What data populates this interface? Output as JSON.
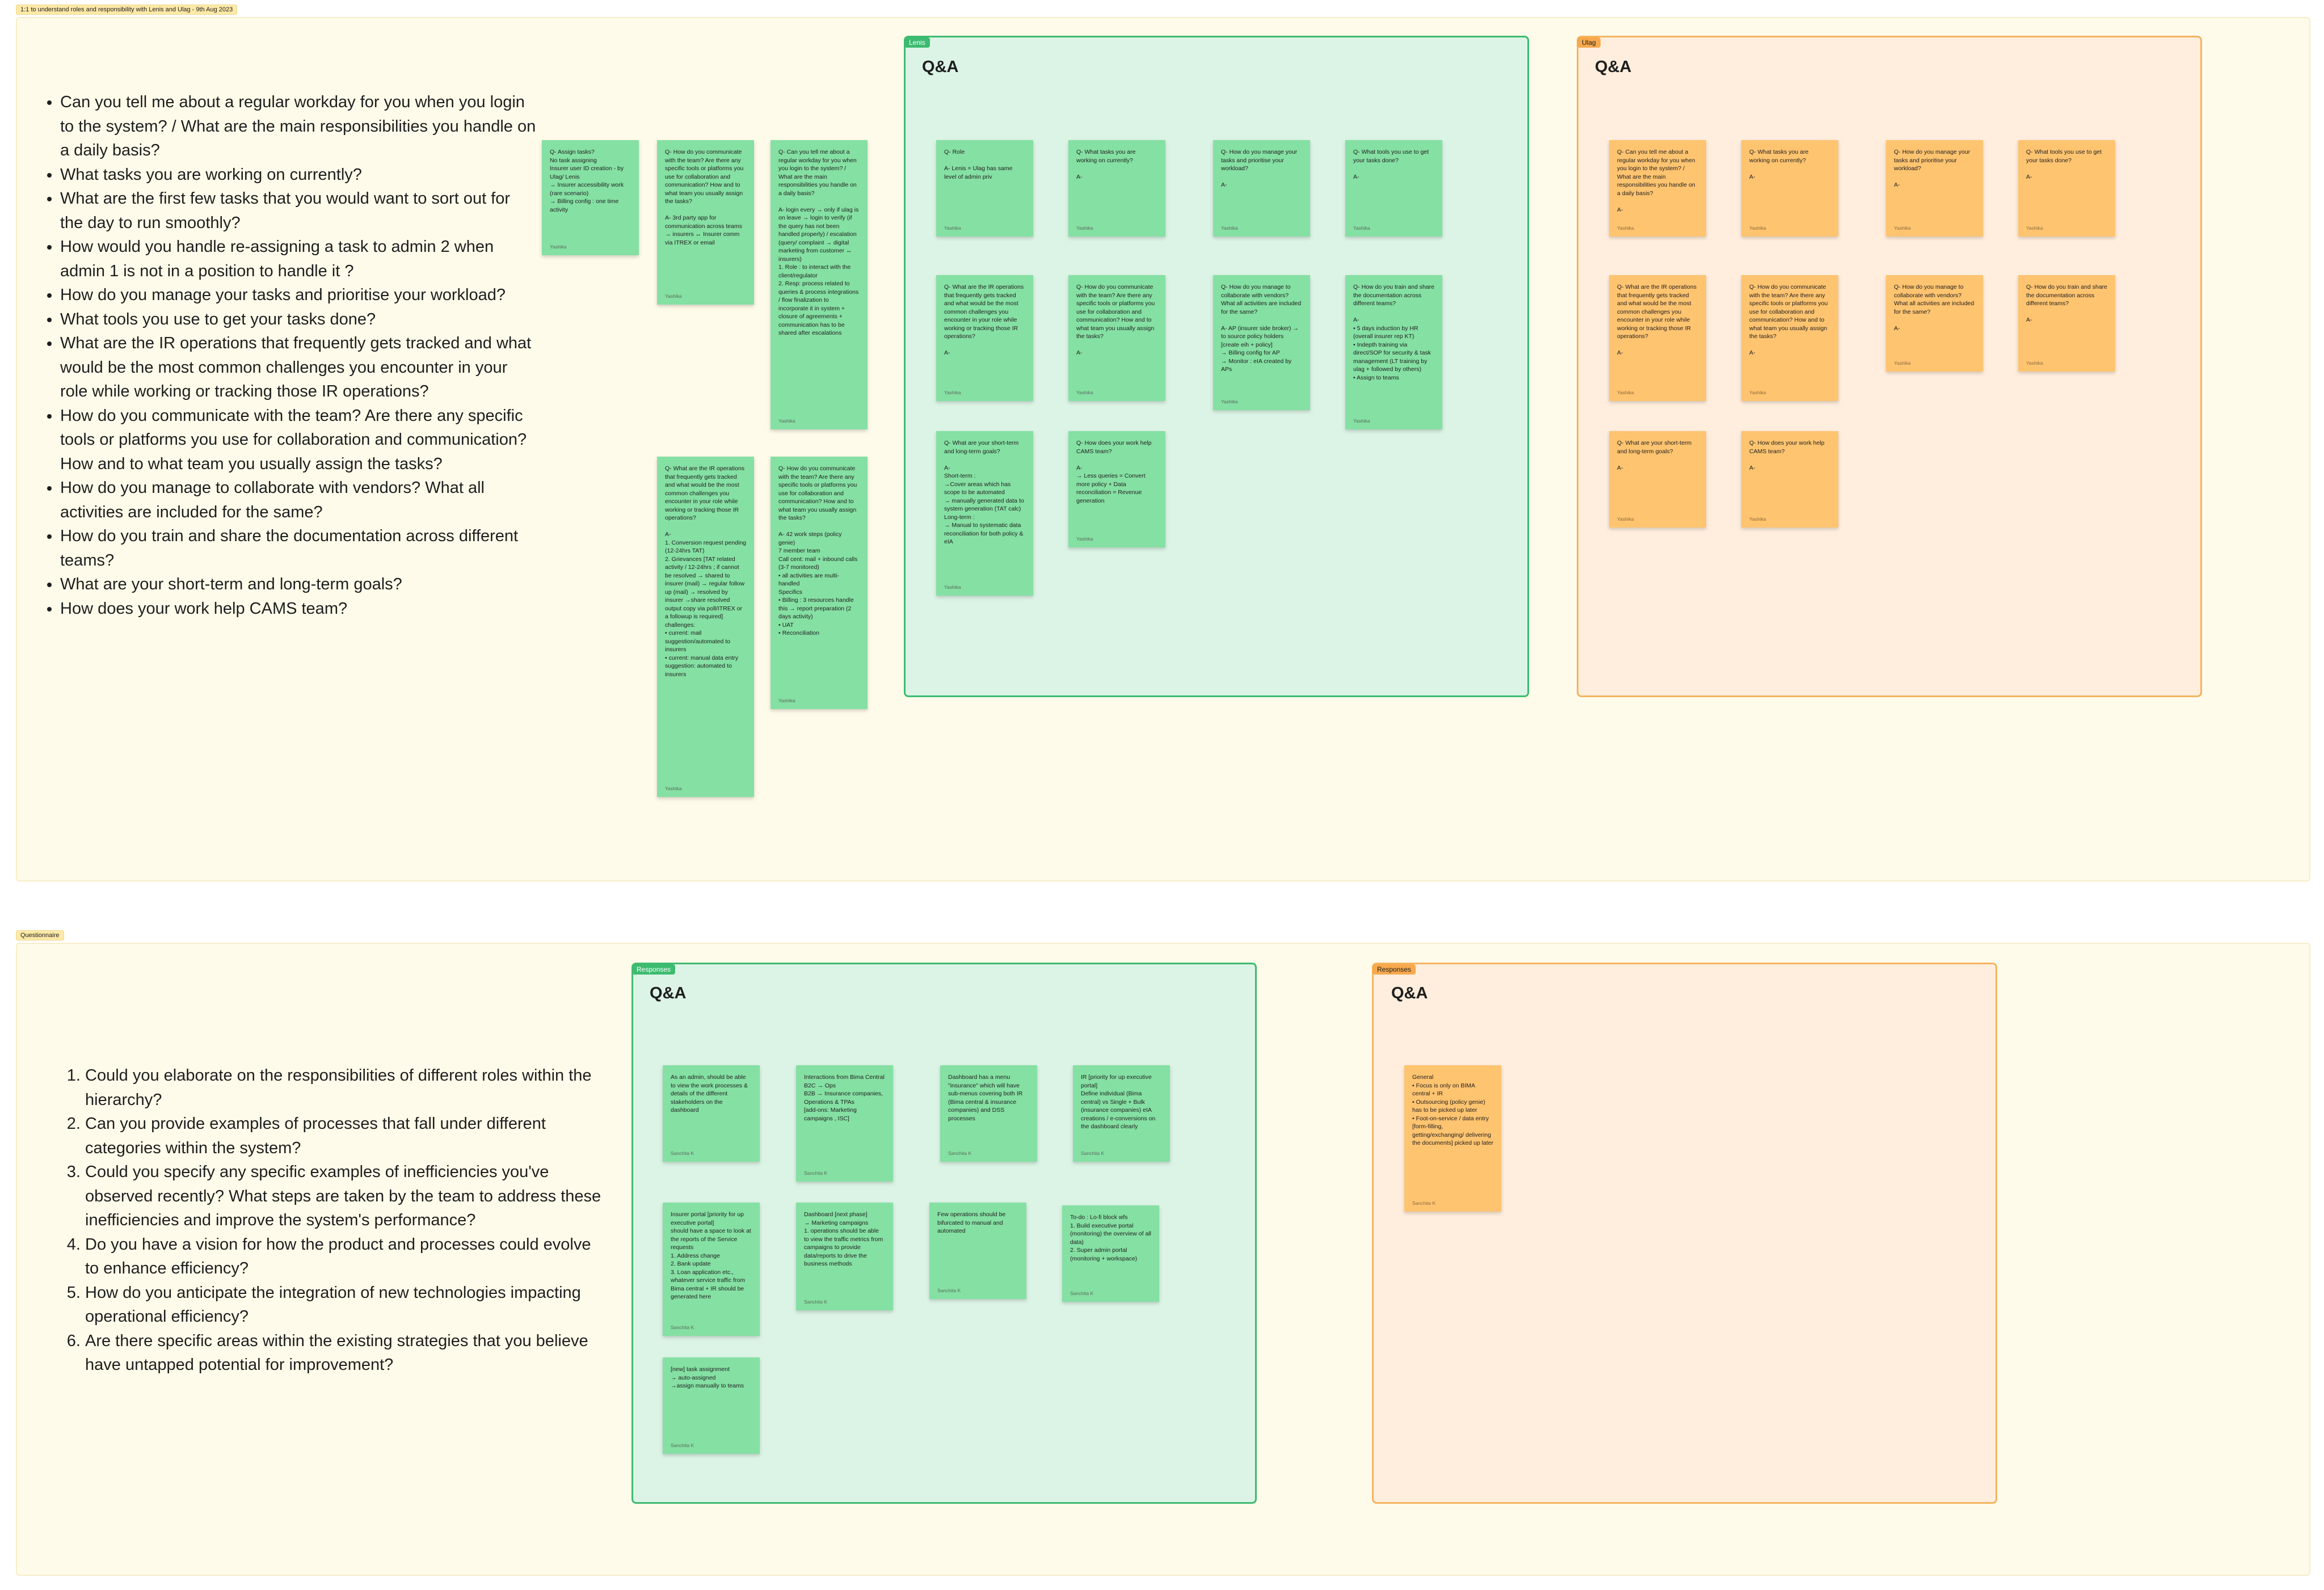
{
  "top_section": {
    "label": "1:1 to understand roles and responsibility with Lenis and Ulag - 9th Aug 2023",
    "questions": [
      "Can you tell me about a regular workday for you when you login to the system? / What are the main responsibilities you handle on a daily basis?",
      "What tasks you are working on currently?",
      "What are the first few tasks that you would want to sort out for the day to run smoothly?",
      "How would you handle re-assigning a task to admin 2 when admin 1 is not in a position to handle it ?",
      "How do you manage your tasks and prioritise your workload?",
      "What tools you use to get your tasks done?",
      "What are the IR operations that frequently gets tracked and what would be the most common challenges you encounter in your role while working or tracking those IR operations?",
      "How do you communicate with the team? Are there any specific tools or platforms you use for collaboration and communication? How and to what team you usually assign the tasks?",
      "How do you manage to collaborate with vendors? What all activities are included for the same?",
      "How do you train and share the documentation across different teams?",
      "What are your short-term and long-term goals?",
      "How does your work help CAMS team?"
    ],
    "loose_stickies": [
      {
        "text": "Q- Assign tasks?\n No task assigning\nInsurer user ID creation - by Ulag/ Lenis\n→ Insurer accessibility work (rare scenario)\n→ Billing config : one time activity",
        "author": "Yashika"
      },
      {
        "text": "Q- How do you communicate with the team? Are there any specific tools or platforms you use for collaboration and communication? How and to what team you usually assign the tasks?\n\nA- 3rd party app for communication across teams\n→ insurers ↔ Insurer comm via ITREX or email",
        "author": "Yashika"
      },
      {
        "text": "Q- Can you tell me about a regular workday for you when you login to the system? / What are the main responsibilities you handle on a daily basis?\n\nA- login every → only if ulag is on leave → login to verify (if the query has not been handled properly) / escalation (query/ complaint → digital marketing from customer ↔ insurers)\n1. Role : to interact with the client/regulator\n2. Resp: process related to queries & process integrations / flow finalization to incorporate it in system + closure of agreements + communication has to be shared after escalations",
        "author": "Yashika"
      },
      {
        "text": "Q- What are the IR operations that frequently gets tracked and what would be the most common challenges you encounter in your role while working or tracking those IR operations?\n\nA-\n1. Conversion request pending (12-24hrs TAT)\n2. Grievances [TAT related activity / 12-24hrs ; if cannot be resolved → shared to insurer (mail) → regular follow up (mail) → resolved by insurer →share resolved output copy via poll/ITREX or a followup is required]\nchallenges:\n• current: mail suggestion/automated to insurers\n• current: manual data entry suggestion: automated to insurers",
        "author": "Yashika"
      },
      {
        "text": "Q- How do you communicate with the team? Are there any specific tools or platforms you use for collaboration and communication? How and to what team you usually assign the tasks?\n\nA- 42 work steps (policy genie)\n7 member team\nCall cent: mail + inbound calls (3-7 monitored)\n• all activities are multi-handled\nSpecifics\n• Billing : 3 resources handle this → report preparation (2 days activity)\n• UAT\n• Reconciliation",
        "author": "Yashika"
      }
    ]
  },
  "lenis_frame": {
    "tag": "Lenis",
    "title": "Q&A",
    "stickies": [
      {
        "text": "Q- Role\n\nA- Lenis = Ulag has same level of admin priv",
        "author": "Yashika"
      },
      {
        "text": "Q- What tasks you are working on currently?\n\nA-",
        "author": "Yashika"
      },
      {
        "text": "Q- How do you manage your tasks and prioritise your workload?\n\nA-",
        "author": "Yashika"
      },
      {
        "text": "Q- What tools you use to get your tasks done?\n\nA-",
        "author": "Yashika"
      },
      {
        "text": "Q- What are the IR operations that frequently gets tracked and what would be the most common challenges you encounter in your role while working or tracking those IR operations?\n\nA-",
        "author": "Yashika"
      },
      {
        "text": "Q- How do you communicate with the team? Are there any specific tools or platforms you use for collaboration and communication? How and to what team you usually assign the tasks?\n\nA-",
        "author": "Yashika"
      },
      {
        "text": "Q- How do you manage to collaborate with vendors? What all activities are included for the same?\n\nA- AP (insurer side broker) → to source policy holders [create eih + policy]\n→ Billing config for AP\n→ Monitor : eIA created by APs",
        "author": "Yashika"
      },
      {
        "text": "Q- How do you train and share the documentation across different teams?\n\nA-\n• 5 days induction by HR (overall insurer rep KT)\n• Indepth training via direct/SOP for security & task management (LT training by ulag + followed by others)\n• Assign to teams",
        "author": "Yashika"
      },
      {
        "text": "Q- What are your short-term and long-term goals?\n\nA-\nShort-term :\n→Cover areas which has scope to be automated\n→ manually generated data to system generation (TAT calc)\nLong-term :\n→ Manual to systematic data reconciliation for both policy & eIA",
        "author": "Yashika"
      },
      {
        "text": "Q- How does your work help CAMS team?\n\nA-\n→ Less queries = Convert more policy + Data reconciliation = Revenue generation",
        "author": "Yashika"
      }
    ]
  },
  "ulag_frame": {
    "tag": "Ulag",
    "title": "Q&A",
    "stickies": [
      {
        "text": "Q- Can you tell me about a regular workday for you when you login to the system? / What are the main responsibilities you handle on a daily basis?\n\nA-",
        "author": "Yashika"
      },
      {
        "text": "Q- What tasks you are working on currently?\n\nA-",
        "author": "Yashika"
      },
      {
        "text": "Q- How do you manage your tasks and prioritise your workload?\n\nA-",
        "author": "Yashika"
      },
      {
        "text": "Q- What tools you use to get your tasks done?\n\nA-",
        "author": "Yashika"
      },
      {
        "text": "Q- What are the IR operations that frequently gets tracked and what would be the most common challenges you encounter in your role while working or tracking those IR operations?\n\nA-",
        "author": "Yashika"
      },
      {
        "text": "Q- How do you communicate with the team? Are there any specific tools or platforms you use for collaboration and communication? How and to what team you usually assign the tasks?\n\nA-",
        "author": "Yashika"
      },
      {
        "text": "Q- How do you manage to collaborate with vendors? What all activities are included for the same?\n\nA-",
        "author": "Yashika"
      },
      {
        "text": "Q- How do you train and share the documentation across different teams?\n\nA-",
        "author": "Yashika"
      },
      {
        "text": "Q- What are your short-term and long-term goals?\n\nA-",
        "author": "Yashika"
      },
      {
        "text": "Q- How does your work help CAMS team?\n\nA-",
        "author": "Yashika"
      }
    ]
  },
  "bottom_section": {
    "label": "Questionnaire",
    "questions": [
      "Could you elaborate on the responsibilities of different roles within the hierarchy?",
      "Can you provide examples of processes that fall under different categories within the system?",
      "Could you specify any specific examples of inefficiencies you've observed recently? What steps are taken by the team to address these inefficiencies and improve the system's performance?",
      "Do you have a vision for how the product and processes could evolve to enhance efficiency?",
      "How do you anticipate the integration of new technologies impacting operational efficiency?",
      "Are there specific areas within the existing strategies that you believe have untapped potential for improvement?"
    ]
  },
  "responses_green": {
    "tag": "Responses",
    "title": "Q&A",
    "stickies": [
      {
        "text": "As an admin, should be able to view the work processes & details of the different stakeholders on the dashboard",
        "author": "Sanchita K"
      },
      {
        "text": "Interactions from Bima Central\nB2C → Ops\nB2B → Insurance companies, Operations & TPAs\n[add-ons: Marketing campaigns , ISC]",
        "author": "Sanchita K"
      },
      {
        "text": "Dashboard has a menu \"insurance\" which will have sub-menus covering both IR (Bima central & insurance companies) and DSS processes",
        "author": "Sanchita K"
      },
      {
        "text": "IR [priority for up executive portal]\nDefine individual (Bima central) vs Single + Bulk (insurance companies) eIA creations / e-conversions on the dashboard clearly",
        "author": "Sanchita K"
      },
      {
        "text": "Insurer portal [priority for up executive portal]\nshould have a space to look at the reports of the Service requests\n1. Address change\n2. Bank update\n3. Loan application etc., whatever service traffic from Bima central + IR should be generated here",
        "author": "Sanchita K"
      },
      {
        "text": "Dashboard [next phase]\n→ Marketing campaigns\n1. operations should be able to view the traffic metrics from campaigns to provide data/reports to drive the business methods",
        "author": "Sanchita K"
      },
      {
        "text": "Few operations should be bifurcated to manual and automated",
        "author": "Sanchita K"
      },
      {
        "text": "To-do : Lo-fi block wfs\n1. Build executive portal (monitoring) the overview of all data)\n2. Super admin portal (monitoring + workspace)",
        "author": "Sanchita K"
      },
      {
        "text": "[new] task assignment\n→ auto-assigned\n→assign manually to teams",
        "author": "Sanchita K"
      }
    ]
  },
  "responses_orange": {
    "tag": "Responses",
    "title": "Q&A",
    "stickies": [
      {
        "text": "General\n• Focus is only on BIMA central + IR\n• Outsourcing (policy genie) has to be picked up later\n• Foot-on-service / data entry [form-filling, getting/exchanging/ delivering the documents] picked up later",
        "author": "Sanchita K"
      }
    ]
  },
  "colors": {
    "section_bg": "#fffbea",
    "green_frame": "#dcf4e6",
    "green_sticky": "#85e0a3",
    "orange_frame": "#ffeedd",
    "orange_sticky": "#ffc470",
    "green_accent": "#3dbb70",
    "orange_accent": "#f7a94d"
  }
}
